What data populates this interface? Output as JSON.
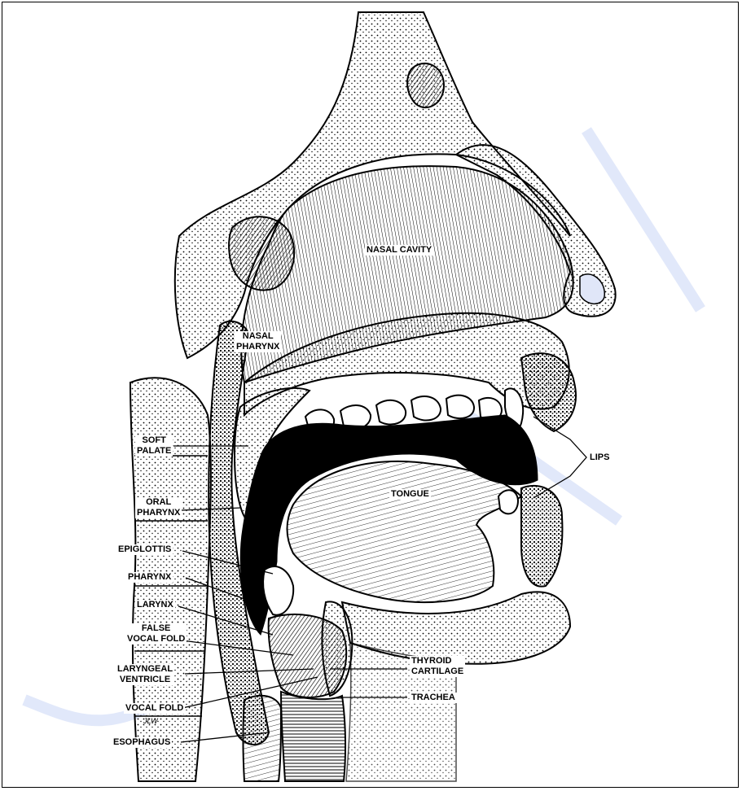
{
  "labels": {
    "nasal_cavity": "NASAL CAVITY",
    "nasal_pharynx": [
      "NASAL",
      "PHARYNX"
    ],
    "soft_palate": [
      "SOFT",
      "PALATE"
    ],
    "oral_pharynx": [
      "ORAL",
      "PHARYNX"
    ],
    "epiglottis": "EPIGLOTTIS",
    "pharynx": "PHARYNX",
    "larynx": "LARYNX",
    "false_vocal_fold": [
      "FALSE",
      "VOCAL FOLD"
    ],
    "laryngeal_ventricle": [
      "LARYNGEAL",
      "VENTRICLE"
    ],
    "vocal_fold": "VOCAL FOLD",
    "esophagus": "ESOPHAGUS",
    "tongue": "TONGUE",
    "lips": "LIPS",
    "thyroid_cartilage": [
      "THYROID",
      "CARTILAGE"
    ],
    "trachea": "TRACHEA"
  },
  "signature": "JLW",
  "colors": {
    "ink": "#000000",
    "paper": "#ffffff",
    "watermark": "#c9d6f5"
  }
}
